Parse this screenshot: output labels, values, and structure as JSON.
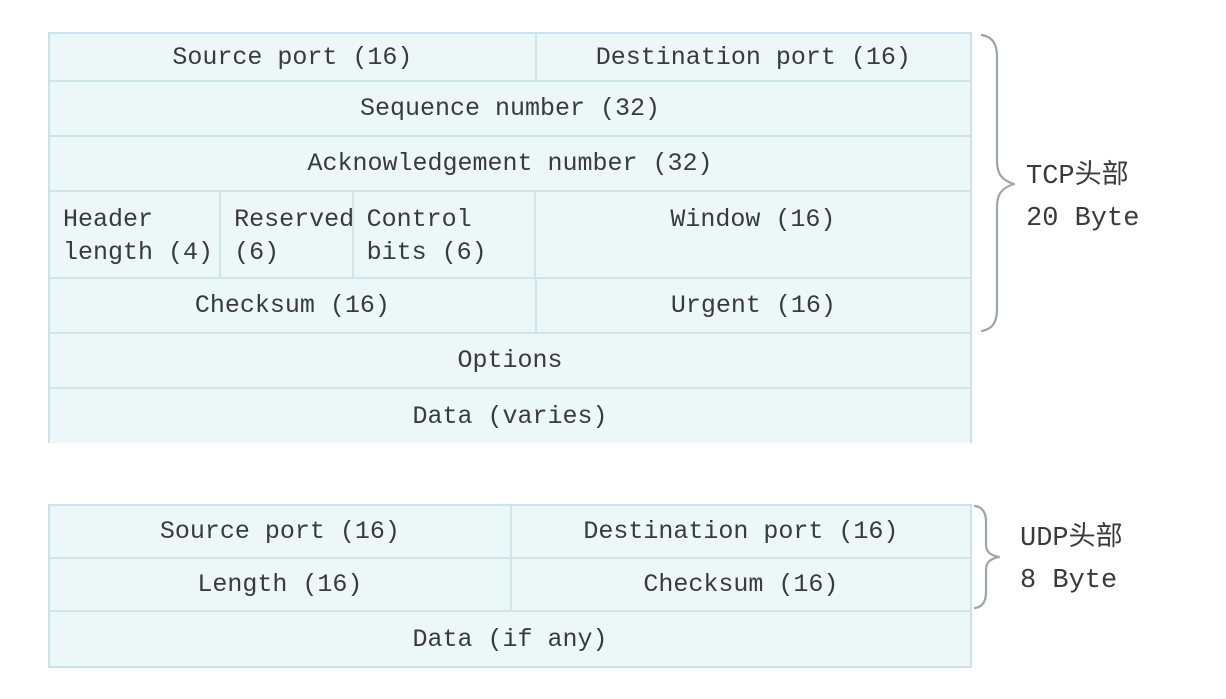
{
  "colors": {
    "cell_fill": "#ecf8f7",
    "cell_border": "#cfe5ec",
    "outer_border": "#c9e2ec",
    "text": "#3a3a3a",
    "brace": "#9fa4a8",
    "background": "#ffffff"
  },
  "tcp": {
    "brace": {
      "line1": "TCP头部",
      "line2": "20 Byte"
    },
    "rows": [
      {
        "cells": [
          "Source port (16)",
          "Destination port (16)"
        ]
      },
      {
        "cells": [
          "Sequence number (32)"
        ]
      },
      {
        "cells": [
          "Acknowledgement number (32)"
        ]
      },
      {
        "cells": [
          "Header\nlength (4)",
          "Reserved\n(6)",
          "Control\nbits (6)",
          "Window (16)"
        ]
      },
      {
        "cells": [
          "Checksum (16)",
          "Urgent (16)"
        ]
      },
      {
        "cells": [
          "Options"
        ]
      },
      {
        "cells": [
          "Data (varies)"
        ]
      }
    ]
  },
  "udp": {
    "brace": {
      "line1": "UDP头部",
      "line2": "8 Byte"
    },
    "rows": [
      {
        "cells": [
          "Source port (16)",
          "Destination port (16)"
        ]
      },
      {
        "cells": [
          "Length (16)",
          "Checksum (16)"
        ]
      },
      {
        "cells": [
          "Data (if any)"
        ]
      }
    ]
  }
}
